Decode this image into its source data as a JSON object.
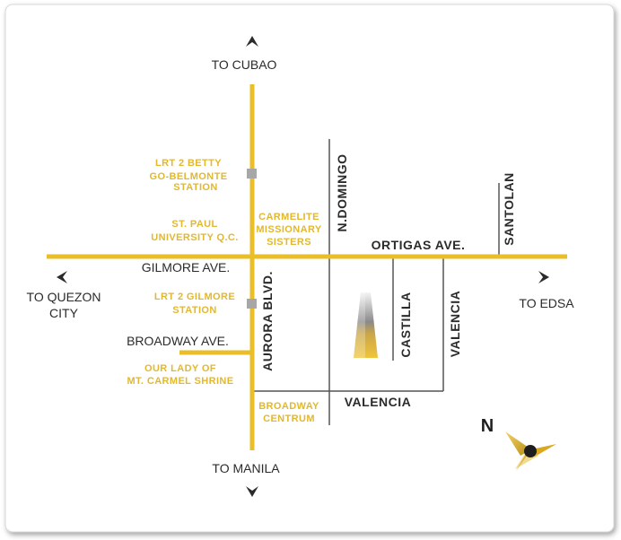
{
  "colors": {
    "gold": "#e9be27",
    "label_gold": "#e2b82e",
    "thin_road": "#555555",
    "text": "#2b2b2b",
    "station": "#a7a7a7"
  },
  "directions": {
    "north": "TO CUBAO",
    "south": "TO MANILA",
    "west_line1": "TO QUEZON",
    "west_line2": "CITY",
    "east": "TO EDSA"
  },
  "roads": {
    "gilmore": "GILMORE AVE.",
    "broadway": "BROADWAY AVE.",
    "aurora": "AURORA BLVD.",
    "ortigas": "ORTIGAS AVE.",
    "n_domingo": "N.DOMINGO",
    "santolan": "SANTOLAN",
    "castilla": "CASTILLA",
    "valencia_vertical": "VALENCIA",
    "valencia_horizontal": "VALENCIA"
  },
  "landmarks": {
    "betty_line1": "LRT 2 BETTY",
    "betty_line2": "GO-BELMONTE",
    "betty_line3": "STATION",
    "stpaul_line1": "ST. PAUL",
    "stpaul_line2": "UNIVERSITY Q.C.",
    "carmelite_line1": "CARMELITE",
    "carmelite_line2": "MISSIONARY",
    "carmelite_line3": "SISTERS",
    "gilmore_station_line1": "LRT 2 GILMORE",
    "gilmore_station_line2": "STATION",
    "shrine_line1": "OUR LADY OF",
    "shrine_line2": "MT. CARMEL SHRINE",
    "broadway_centrum_line1": "BROADWAY",
    "broadway_centrum_line2": "CENTRUM"
  },
  "compass": {
    "north_letter": "N"
  }
}
